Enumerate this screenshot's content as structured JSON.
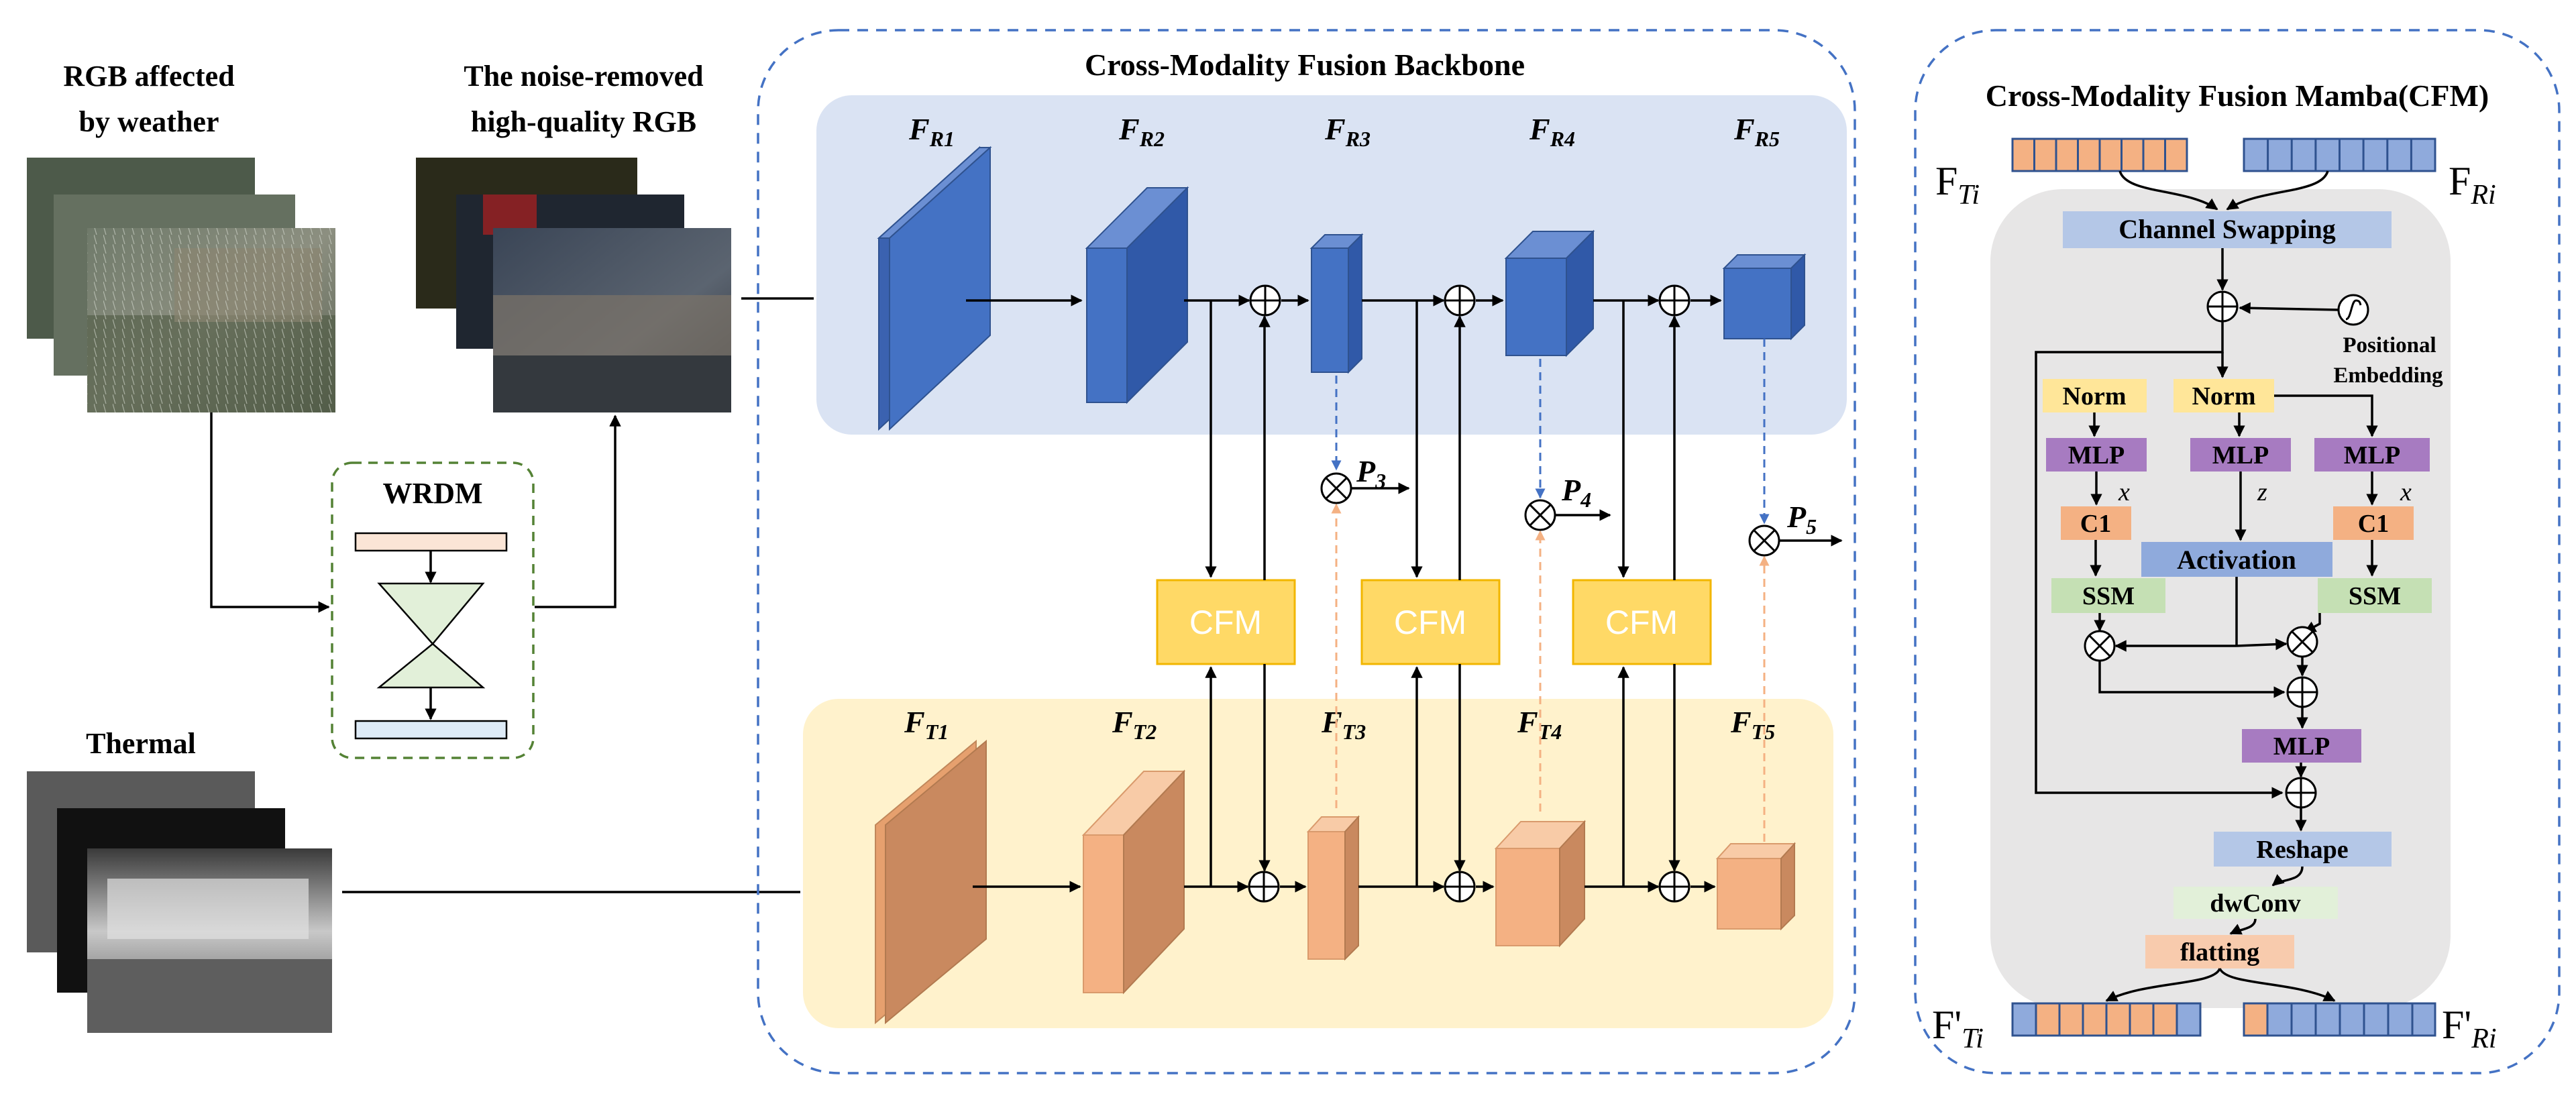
{
  "labels": {
    "rgb_weather_1": "RGB affected",
    "rgb_weather_2": "by weather",
    "rgb_clean_1": "The noise-removed",
    "rgb_clean_2": "high-quality RGB",
    "thermal": "Thermal",
    "wrdm": "WRDM"
  },
  "backbone": {
    "title": "Cross-Modality Fusion Backbone",
    "rgb_features": [
      {
        "base": "F",
        "sub": "R1"
      },
      {
        "base": "F",
        "sub": "R2"
      },
      {
        "base": "F",
        "sub": "R3"
      },
      {
        "base": "F",
        "sub": "R4"
      },
      {
        "base": "F",
        "sub": "R5"
      }
    ],
    "thermal_features": [
      {
        "base": "F",
        "sub": "T1"
      },
      {
        "base": "F",
        "sub": "T2"
      },
      {
        "base": "F",
        "sub": "T3"
      },
      {
        "base": "F",
        "sub": "T4"
      },
      {
        "base": "F",
        "sub": "T5"
      }
    ],
    "fusion_blocks": [
      "CFM",
      "CFM",
      "CFM"
    ],
    "outputs": [
      {
        "base": "P",
        "sub": "3"
      },
      {
        "base": "P",
        "sub": "4"
      },
      {
        "base": "P",
        "sub": "5"
      }
    ]
  },
  "cfm": {
    "title": "Cross-Modality Fusion Mamba(CFM)",
    "in_left": {
      "base": "F",
      "sub": "Ti"
    },
    "in_right": {
      "base": "F",
      "sub": "Ri"
    },
    "out_left": {
      "base": "F'",
      "sub": "Ti"
    },
    "out_right": {
      "base": "F'",
      "sub": "Ri"
    },
    "channel_swapping": "Channel Swapping",
    "positional_1": "Positional",
    "positional_2": "Embedding",
    "norm_left": "Norm",
    "norm_mid": "Norm",
    "mlp_left": "MLP",
    "mlp_mid": "MLP",
    "mlp_right": "MLP",
    "var_x_left": "x",
    "var_z": "z",
    "var_x_right": "x",
    "c1_left": "C1",
    "c1_right": "C1",
    "activation": "Activation",
    "ssm_left": "SSM",
    "ssm_right": "SSM",
    "mlp_bottom": "MLP",
    "reshape": "Reshape",
    "dwconv": "dwConv",
    "flatting": "flatting"
  },
  "colors": {
    "rgb_panel": "#dae3f3",
    "thermal_panel": "#fff2cc",
    "rgb_block": "#4472c4",
    "thermal_block": "#f4b183",
    "cfm_block": "#ffd966",
    "dashed_border": "#4472c4",
    "wrdm_border": "#548235",
    "cfm_panel": "#e7e6e6"
  }
}
